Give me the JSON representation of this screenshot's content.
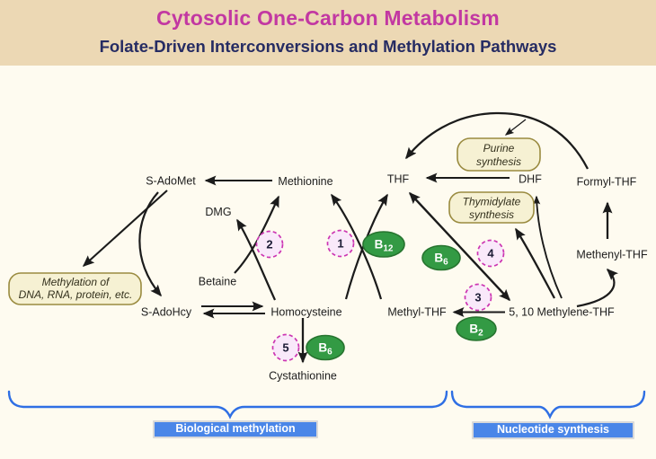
{
  "header": {
    "title": "Cytosolic One-Carbon Metabolism",
    "subtitle": "Folate-Driven Interconversions and Methylation Pathways"
  },
  "nodes": {
    "s_adomet": "S-AdoMet",
    "methionine": "Methionine",
    "dmg": "DMG",
    "betaine": "Betaine",
    "s_adohcy": "S-AdoHcy",
    "homocysteine": "Homocysteine",
    "cystathionine": "Cystathionine",
    "thf": "THF",
    "dhf": "DHF",
    "formyl_thf": "Formyl-THF",
    "methenyl_thf": "Methenyl-THF",
    "methylene_thf": "5, 10 Methylene-THF",
    "methyl_thf": "Methyl-THF"
  },
  "process_boxes": {
    "methylation": {
      "line1": "Methylation of",
      "line2": "DNA, RNA, protein, etc."
    },
    "purine": {
      "line1": "Purine",
      "line2": "synthesis"
    },
    "thymidylate": {
      "line1": "Thymidylate",
      "line2": "synthesis"
    }
  },
  "steps": {
    "s1": "1",
    "s2": "2",
    "s3": "3",
    "s4": "4",
    "s5": "5"
  },
  "cofactors": {
    "b12": {
      "symbol": "B",
      "subscript": "12"
    },
    "b6": {
      "symbol": "B",
      "subscript": "6"
    },
    "b2": {
      "symbol": "B",
      "subscript": "2"
    }
  },
  "footer": {
    "left_label": "Biological methylation",
    "right_label": "Nucleotide synthesis"
  },
  "colors": {
    "header_band": "#ECD8B4",
    "canvas": "#FEFBF0",
    "title": "#C238A2",
    "subtitle": "#262C63",
    "node_text": "#1D1D1D",
    "arrow": "#1B1B1B",
    "process_box_fill": "#F6F1D3",
    "process_box_border": "#9A8B40",
    "process_box_text": "#33301C",
    "step_circle_fill": "#F9E9FA",
    "step_circle_border": "#CC35B2",
    "step_number": "#1C1C35",
    "vitamin_fill": "#339A44",
    "vitamin_border": "#27742F",
    "vitamin_text": "#FFFFFF",
    "brace_blue": "#2F6FE4",
    "label_bg": "#4A86E8",
    "label_border": "#D9D9D9",
    "label_text": "#FFFFFF"
  }
}
